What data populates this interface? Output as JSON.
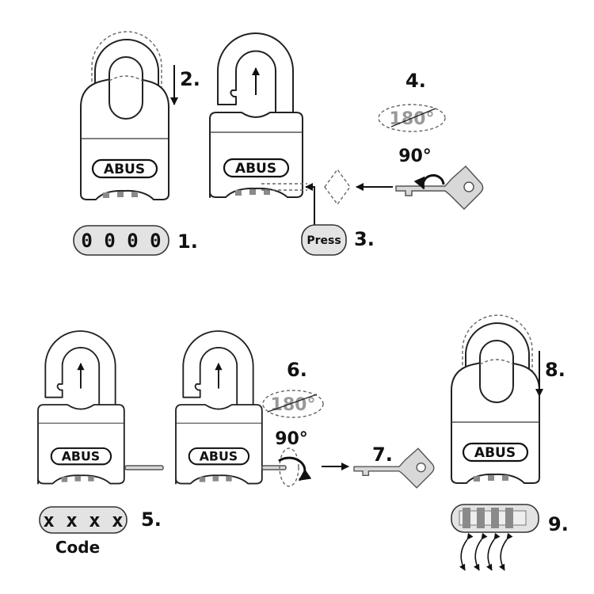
{
  "brand": "ABUS",
  "steps": [
    "1.",
    "2.",
    "3.",
    "4.",
    "5.",
    "6.",
    "7.",
    "8.",
    "9."
  ],
  "default_code": "0 0 0 0",
  "new_code": "x x x x",
  "code_label": "Code",
  "press_label": "Press",
  "rotation": {
    "crossed": "180°",
    "correct": "90°"
  },
  "colors": {
    "line": "#222222",
    "fill_gray": "#e3e3e3",
    "key_gray": "#d8d8d8",
    "crossed_text": "#999999"
  }
}
